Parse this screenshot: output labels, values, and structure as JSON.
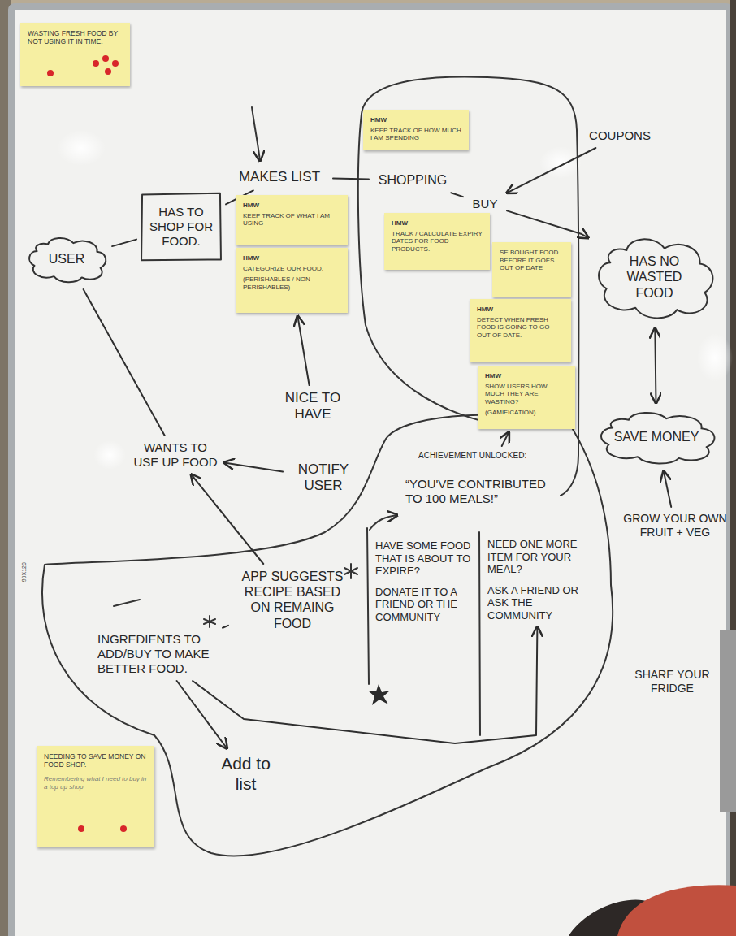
{
  "diagram": {
    "nodes": [
      {
        "text": [
          "WASTING FRESH FOOD BY NOT USING IT IN TIME."
        ]
      },
      {
        "text": [
          "HMW",
          "KEEP TRACK OF HOW MUCH I AM SPENDING"
        ]
      },
      {
        "text": [
          "COUPONS"
        ]
      },
      {
        "text": [
          "MAKES LIST"
        ]
      },
      {
        "text": [
          "SHOPPING"
        ]
      },
      {
        "text": [
          "HAS TO SHOP FOR FOOD."
        ]
      },
      {
        "text": [
          "BUY"
        ]
      },
      {
        "text": [
          "HMW",
          "KEEP TRACK OF WHAT I AM USING"
        ]
      },
      {
        "text": [
          "HMW",
          "TRACK / CALCULATE EXPIRY DATES FOR FOOD PRODUCTS."
        ]
      },
      {
        "text": [
          "HAS NO WASTED FOOD"
        ]
      },
      {
        "text": [
          "USER"
        ]
      },
      {
        "text": [
          "SE BOUGHT FOOD BEFORE IT GOES OUT OF DATE"
        ]
      },
      {
        "text": [
          "HMW",
          "CATEGORIZE OUR FOOD.",
          "(PERISHABLES / NON PERISHABLES)"
        ]
      },
      {
        "text": [
          "HMW",
          "DETECT WHEN FRESH FOOD IS GOING TO GO OUT OF DATE."
        ]
      },
      {
        "text": [
          "NICE TO HAVE"
        ]
      },
      {
        "text": [
          "HMW",
          "SHOW USERS HOW MUCH THEY ARE WASTING?",
          "(GAMIFICATION)"
        ]
      },
      {
        "text": [
          "SAVE MONEY"
        ]
      },
      {
        "text": [
          "WANTS TO USE UP FOOD"
        ]
      },
      {
        "text": [
          "ACHIEVEMENT UNLOCKED:",
          "“YOU'VE CONTRIBUTED TO 100 MEALS!”"
        ]
      },
      {
        "text": [
          "NOTIFY USER"
        ]
      },
      {
        "text": [
          "GROW YOUR OWN FRUIT + VEG"
        ]
      },
      {
        "text": [
          "HAVE SOME FOOD THAT IS ABOUT TO EXPIRE?",
          "DONATE IT TO A FRIEND OR THE COMMUNITY"
        ]
      },
      {
        "text": [
          "NEED ONE MORE ITEM FOR YOUR MEAL?",
          "ASK A FRIEND OR ASK THE COMMUNITY"
        ]
      },
      {
        "text": [
          "APP SUGGESTS RECIPE BASED ON REMAING FOOD"
        ]
      },
      {
        "text": [
          "INGREDIENTS TO ADD/BUY TO MAKE BETTER FOOD."
        ]
      },
      {
        "text": [
          "Add to list"
        ]
      },
      {
        "text": [
          "NEEDING TO SAVE MONEY ON FOOD SHOP.",
          "Remembering what I need to buy in a top up shop"
        ]
      }
    ],
    "edges": [
      {
        "from": 10,
        "to": 5,
        "arrow": "none"
      },
      {
        "from": 5,
        "to": 3,
        "arrow": "none"
      },
      {
        "from": 3,
        "to": 4,
        "arrow": "none"
      },
      {
        "from": 4,
        "to": 6,
        "arrow": "none"
      },
      {
        "from": 2,
        "to": 6,
        "arrow": "to"
      },
      {
        "from": 6,
        "to": 9,
        "arrow": "to"
      },
      {
        "from": 9,
        "to": 16,
        "arrow": "both"
      },
      {
        "from": 20,
        "to": 16,
        "arrow": "to"
      },
      {
        "from": 14,
        "to": 12,
        "arrow": "to"
      },
      {
        "from": 19,
        "to": 17,
        "arrow": "to"
      },
      {
        "from": 17,
        "to": 10,
        "arrow": "none"
      },
      {
        "from": 23,
        "to": 17,
        "arrow": "to"
      },
      {
        "from": 23,
        "to": 24,
        "arrow": "none"
      },
      {
        "from": 24,
        "to": 25,
        "arrow": "to"
      },
      {
        "from": 24,
        "to": 22,
        "arrow": "to"
      },
      {
        "from": 18,
        "to": 15,
        "arrow": "to"
      }
    ],
    "labels": [
      "90X120",
      "SHARE YOUR FRIDGE"
    ]
  }
}
